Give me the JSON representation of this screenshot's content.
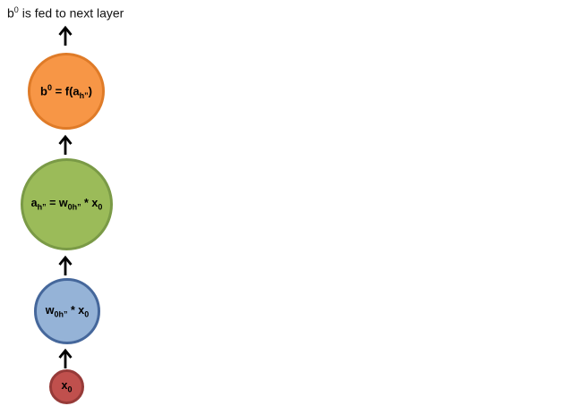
{
  "page": {
    "background_color": "#ffffff"
  },
  "title": {
    "base": "b",
    "sup": "0",
    "rest": " is fed to next layer"
  },
  "arrow": {
    "semantic": "up-arrow",
    "color": "#000000"
  },
  "nodes": [
    {
      "id": "output",
      "fill_color": "#f79646",
      "stroke_color": "#df7b28",
      "formula": {
        "b1": "b",
        "sup1": "0",
        "m1": " = f(a",
        "sub1": "h”",
        "m2": ")"
      }
    },
    {
      "id": "activation",
      "fill_color": "#9bbb59",
      "stroke_color": "#7a9a46",
      "formula": {
        "b1": "a",
        "sub1": "h”",
        "m1": " = w",
        "sub2": "0h”",
        "m2": " * x",
        "sub3": "0"
      }
    },
    {
      "id": "weighted-input",
      "fill_color": "#95b3d7",
      "stroke_color": "#45679b",
      "formula": {
        "b1": "w",
        "sub1": "0h”",
        "m1": " * x",
        "sub2": "0"
      }
    },
    {
      "id": "input",
      "fill_color": "#c0504d",
      "stroke_color": "#963a38",
      "formula": {
        "b1": "x",
        "sub1": "0"
      }
    }
  ]
}
